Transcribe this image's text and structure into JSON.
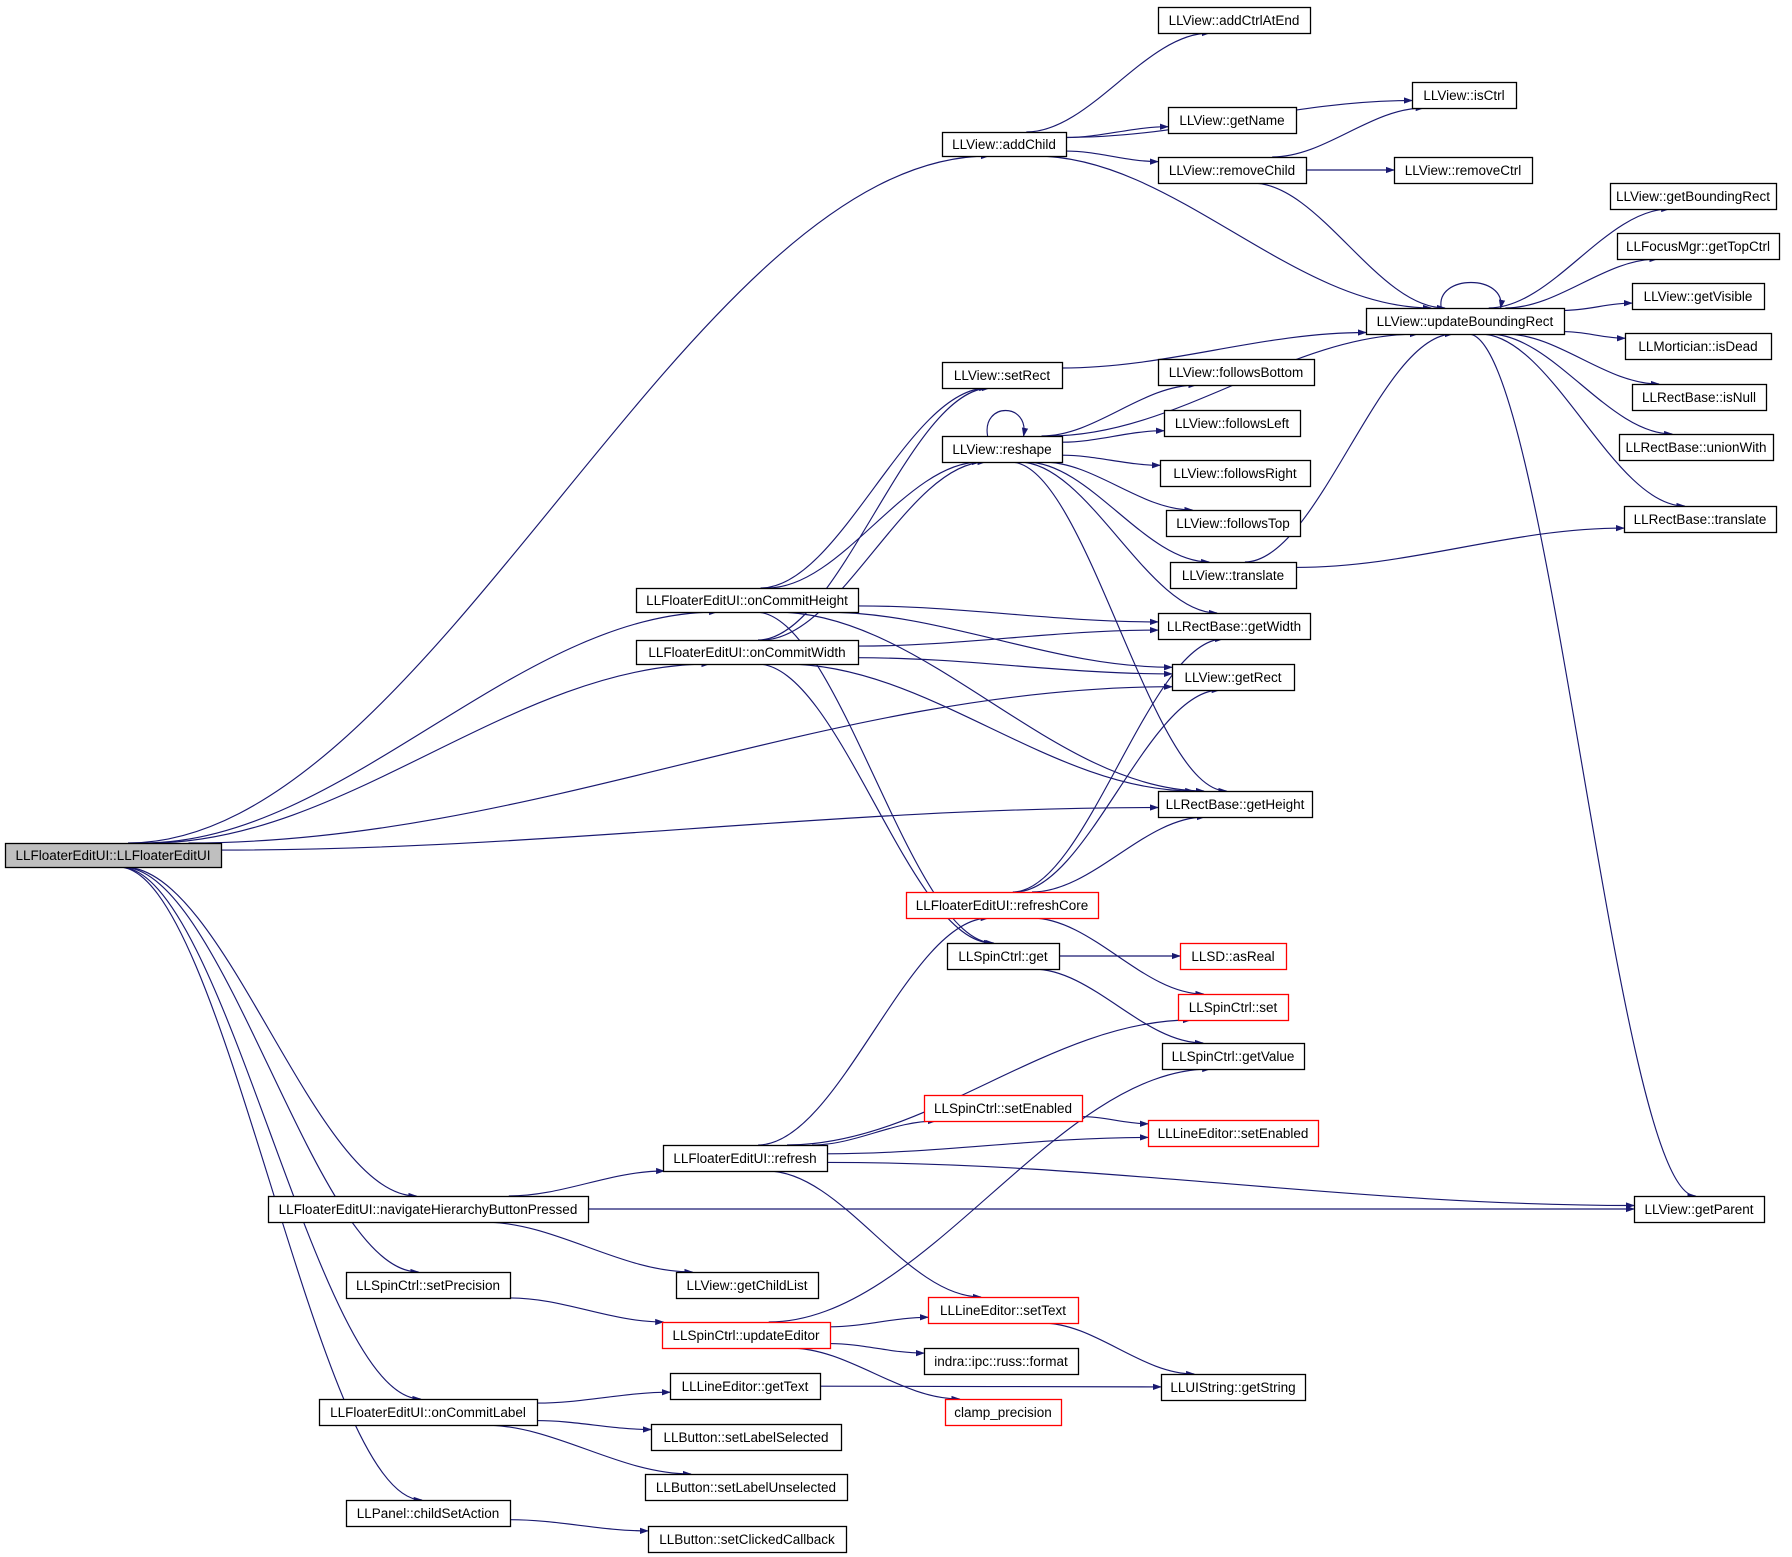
{
  "graph": {
    "node_fill": "#ffffff",
    "root_fill": "#bfbfbf",
    "border_black": "#000000",
    "border_red": "#ff0000",
    "edge_color": "#191970",
    "nodes": [
      {
        "id": "root",
        "label": "LLFloaterEditUI::LLFloaterEditUI",
        "style": "root"
      },
      {
        "id": "addChild",
        "label": "LLView::addChild",
        "style": "normal"
      },
      {
        "id": "addCtrlAtEnd",
        "label": "LLView::addCtrlAtEnd",
        "style": "normal"
      },
      {
        "id": "isCtrl",
        "label": "LLView::isCtrl",
        "style": "normal"
      },
      {
        "id": "getName",
        "label": "LLView::getName",
        "style": "normal"
      },
      {
        "id": "removeChild",
        "label": "LLView::removeChild",
        "style": "normal"
      },
      {
        "id": "removeCtrl",
        "label": "LLView::removeCtrl",
        "style": "normal"
      },
      {
        "id": "getBoundingRect",
        "label": "LLView::getBoundingRect",
        "style": "normal"
      },
      {
        "id": "getTopCtrl",
        "label": "LLFocusMgr::getTopCtrl",
        "style": "normal"
      },
      {
        "id": "updateBoundingRect",
        "label": "LLView::updateBoundingRect",
        "style": "normal"
      },
      {
        "id": "getVisible",
        "label": "LLView::getVisible",
        "style": "normal"
      },
      {
        "id": "isDead",
        "label": "LLMortician::isDead",
        "style": "normal"
      },
      {
        "id": "isNull",
        "label": "LLRectBase::isNull",
        "style": "normal"
      },
      {
        "id": "unionWith",
        "label": "LLRectBase::unionWith",
        "style": "normal"
      },
      {
        "id": "rbTranslate",
        "label": "LLRectBase::translate",
        "style": "normal"
      },
      {
        "id": "setRect",
        "label": "LLView::setRect",
        "style": "normal"
      },
      {
        "id": "followsBottom",
        "label": "LLView::followsBottom",
        "style": "normal"
      },
      {
        "id": "reshape",
        "label": "LLView::reshape",
        "style": "normal"
      },
      {
        "id": "followsLeft",
        "label": "LLView::followsLeft",
        "style": "normal"
      },
      {
        "id": "followsRight",
        "label": "LLView::followsRight",
        "style": "normal"
      },
      {
        "id": "followsTop",
        "label": "LLView::followsTop",
        "style": "normal"
      },
      {
        "id": "viewTranslate",
        "label": "LLView::translate",
        "style": "normal"
      },
      {
        "id": "onCommitHeight",
        "label": "LLFloaterEditUI::onCommitHeight",
        "style": "normal"
      },
      {
        "id": "getWidth",
        "label": "LLRectBase::getWidth",
        "style": "normal"
      },
      {
        "id": "onCommitWidth",
        "label": "LLFloaterEditUI::onCommitWidth",
        "style": "normal"
      },
      {
        "id": "getRect",
        "label": "LLView::getRect",
        "style": "normal"
      },
      {
        "id": "getHeight",
        "label": "LLRectBase::getHeight",
        "style": "normal"
      },
      {
        "id": "refreshCore",
        "label": "LLFloaterEditUI::refreshCore",
        "style": "red"
      },
      {
        "id": "spinGet",
        "label": "LLSpinCtrl::get",
        "style": "normal"
      },
      {
        "id": "asReal",
        "label": "LLSD::asReal",
        "style": "red"
      },
      {
        "id": "spinSet",
        "label": "LLSpinCtrl::set",
        "style": "red"
      },
      {
        "id": "getValue",
        "label": "LLSpinCtrl::getValue",
        "style": "normal"
      },
      {
        "id": "spinSetEnabled",
        "label": "LLSpinCtrl::setEnabled",
        "style": "red"
      },
      {
        "id": "lineSetEnabled",
        "label": "LLLineEditor::setEnabled",
        "style": "red"
      },
      {
        "id": "refresh",
        "label": "LLFloaterEditUI::refresh",
        "style": "normal"
      },
      {
        "id": "navigate",
        "label": "LLFloaterEditUI::navigateHierarchyButtonPressed",
        "style": "normal"
      },
      {
        "id": "getParent",
        "label": "LLView::getParent",
        "style": "normal"
      },
      {
        "id": "setPrecision",
        "label": "LLSpinCtrl::setPrecision",
        "style": "normal"
      },
      {
        "id": "getChildList",
        "label": "LLView::getChildList",
        "style": "normal"
      },
      {
        "id": "setText",
        "label": "LLLineEditor::setText",
        "style": "red"
      },
      {
        "id": "updateEditor",
        "label": "LLSpinCtrl::updateEditor",
        "style": "red"
      },
      {
        "id": "format",
        "label": "indra::ipc::russ::format",
        "style": "normal"
      },
      {
        "id": "getText",
        "label": "LLLineEditor::getText",
        "style": "normal"
      },
      {
        "id": "getString",
        "label": "LLUIString::getString",
        "style": "normal"
      },
      {
        "id": "onCommitLabel",
        "label": "LLFloaterEditUI::onCommitLabel",
        "style": "normal"
      },
      {
        "id": "clampPrecision",
        "label": "clamp_precision",
        "style": "red"
      },
      {
        "id": "setLabelSelected",
        "label": "LLButton::setLabelSelected",
        "style": "normal"
      },
      {
        "id": "setLabelUnselected",
        "label": "LLButton::setLabelUnselected",
        "style": "normal"
      },
      {
        "id": "childSetAction",
        "label": "LLPanel::childSetAction",
        "style": "normal"
      },
      {
        "id": "setClickedCallback",
        "label": "LLButton::setClickedCallback",
        "style": "normal"
      }
    ],
    "edges": [
      [
        "root",
        "addChild"
      ],
      [
        "root",
        "onCommitHeight"
      ],
      [
        "root",
        "onCommitWidth"
      ],
      [
        "root",
        "getRect"
      ],
      [
        "root",
        "getHeight"
      ],
      [
        "root",
        "navigate"
      ],
      [
        "root",
        "setPrecision"
      ],
      [
        "root",
        "onCommitLabel"
      ],
      [
        "root",
        "childSetAction"
      ],
      [
        "addChild",
        "addCtrlAtEnd"
      ],
      [
        "addChild",
        "isCtrl"
      ],
      [
        "addChild",
        "getName"
      ],
      [
        "addChild",
        "removeChild"
      ],
      [
        "addChild",
        "updateBoundingRect"
      ],
      [
        "removeChild",
        "isCtrl"
      ],
      [
        "removeChild",
        "removeCtrl"
      ],
      [
        "removeChild",
        "updateBoundingRect"
      ],
      [
        "updateBoundingRect",
        "getBoundingRect"
      ],
      [
        "updateBoundingRect",
        "getTopCtrl"
      ],
      [
        "updateBoundingRect",
        "getVisible"
      ],
      [
        "updateBoundingRect",
        "isDead"
      ],
      [
        "updateBoundingRect",
        "isNull"
      ],
      [
        "updateBoundingRect",
        "unionWith"
      ],
      [
        "updateBoundingRect",
        "rbTranslate"
      ],
      [
        "updateBoundingRect",
        "getParent"
      ],
      [
        "updateBoundingRect",
        "updateBoundingRect"
      ],
      [
        "setRect",
        "updateBoundingRect"
      ],
      [
        "reshape",
        "updateBoundingRect"
      ],
      [
        "reshape",
        "followsBottom"
      ],
      [
        "reshape",
        "followsLeft"
      ],
      [
        "reshape",
        "followsRight"
      ],
      [
        "reshape",
        "followsTop"
      ],
      [
        "reshape",
        "viewTranslate"
      ],
      [
        "reshape",
        "getWidth"
      ],
      [
        "reshape",
        "getHeight"
      ],
      [
        "reshape",
        "reshape"
      ],
      [
        "viewTranslate",
        "rbTranslate"
      ],
      [
        "viewTranslate",
        "updateBoundingRect"
      ],
      [
        "onCommitHeight",
        "setRect"
      ],
      [
        "onCommitHeight",
        "reshape"
      ],
      [
        "onCommitHeight",
        "getWidth"
      ],
      [
        "onCommitHeight",
        "getRect"
      ],
      [
        "onCommitHeight",
        "getHeight"
      ],
      [
        "onCommitHeight",
        "spinGet"
      ],
      [
        "onCommitWidth",
        "setRect"
      ],
      [
        "onCommitWidth",
        "reshape"
      ],
      [
        "onCommitWidth",
        "getWidth"
      ],
      [
        "onCommitWidth",
        "getRect"
      ],
      [
        "onCommitWidth",
        "getHeight"
      ],
      [
        "onCommitWidth",
        "spinGet"
      ],
      [
        "refreshCore",
        "getWidth"
      ],
      [
        "refreshCore",
        "getRect"
      ],
      [
        "refreshCore",
        "getHeight"
      ],
      [
        "refreshCore",
        "spinSet"
      ],
      [
        "spinGet",
        "asReal"
      ],
      [
        "spinGet",
        "getValue"
      ],
      [
        "spinSetEnabled",
        "lineSetEnabled"
      ],
      [
        "refresh",
        "refreshCore"
      ],
      [
        "refresh",
        "spinSet"
      ],
      [
        "refresh",
        "spinSetEnabled"
      ],
      [
        "refresh",
        "lineSetEnabled"
      ],
      [
        "refresh",
        "getParent"
      ],
      [
        "refresh",
        "setText"
      ],
      [
        "navigate",
        "refresh"
      ],
      [
        "navigate",
        "getParent"
      ],
      [
        "navigate",
        "getChildList"
      ],
      [
        "setPrecision",
        "updateEditor"
      ],
      [
        "updateEditor",
        "getValue"
      ],
      [
        "updateEditor",
        "setText"
      ],
      [
        "updateEditor",
        "format"
      ],
      [
        "updateEditor",
        "clampPrecision"
      ],
      [
        "setText",
        "getString"
      ],
      [
        "getText",
        "getString"
      ],
      [
        "onCommitLabel",
        "getText"
      ],
      [
        "onCommitLabel",
        "setLabelSelected"
      ],
      [
        "onCommitLabel",
        "setLabelUnselected"
      ],
      [
        "childSetAction",
        "setClickedCallback"
      ]
    ]
  }
}
